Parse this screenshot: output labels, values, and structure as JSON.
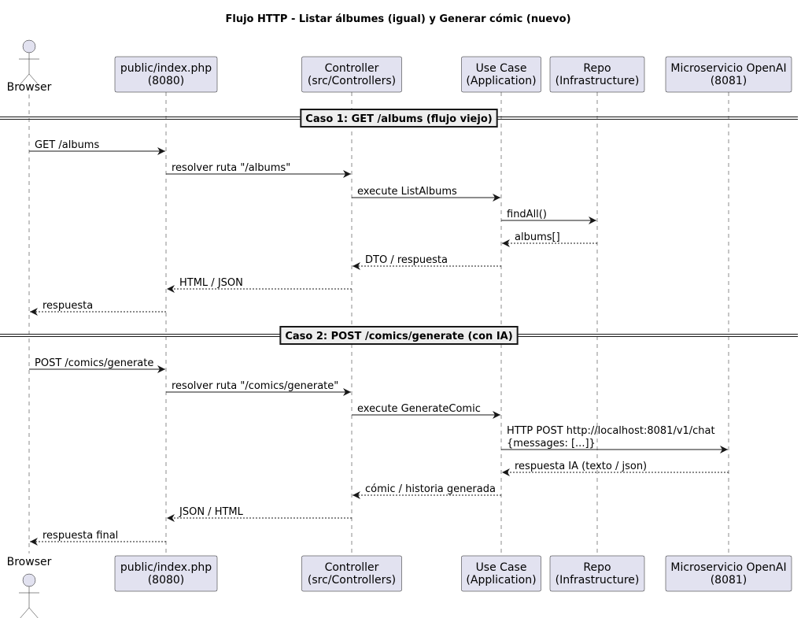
{
  "diagram": {
    "title": "Flujo HTTP - Listar álbumes (igual) y Generar cómic (nuevo)",
    "participants": [
      {
        "id": "browser",
        "kind": "actor",
        "label": [
          "Browser"
        ]
      },
      {
        "id": "index",
        "kind": "box",
        "label": [
          "public/index.php",
          "(8080)"
        ]
      },
      {
        "id": "controller",
        "kind": "box",
        "label": [
          "Controller",
          "(src/Controllers)"
        ]
      },
      {
        "id": "usecase",
        "kind": "box",
        "label": [
          "Use Case",
          "(Application)"
        ]
      },
      {
        "id": "repo",
        "kind": "box",
        "label": [
          "Repo",
          "(Infrastructure)"
        ]
      },
      {
        "id": "openai",
        "kind": "box",
        "label": [
          "Microservicio OpenAI",
          "(8081)"
        ]
      }
    ],
    "events": [
      {
        "type": "divider",
        "label": "Caso 1: GET /albums (flujo viejo)"
      },
      {
        "type": "message",
        "from": "browser",
        "to": "index",
        "style": "sync",
        "label": [
          "GET /albums"
        ]
      },
      {
        "type": "message",
        "from": "index",
        "to": "controller",
        "style": "sync",
        "label": [
          "resolver ruta \"/albums\""
        ]
      },
      {
        "type": "message",
        "from": "controller",
        "to": "usecase",
        "style": "sync",
        "label": [
          "execute ListAlbums"
        ]
      },
      {
        "type": "message",
        "from": "usecase",
        "to": "repo",
        "style": "sync",
        "label": [
          "findAll()"
        ]
      },
      {
        "type": "message",
        "from": "repo",
        "to": "usecase",
        "style": "reply",
        "label": [
          "albums[]"
        ]
      },
      {
        "type": "message",
        "from": "usecase",
        "to": "controller",
        "style": "reply",
        "label": [
          "DTO / respuesta"
        ]
      },
      {
        "type": "message",
        "from": "controller",
        "to": "index",
        "style": "reply",
        "label": [
          "HTML / JSON"
        ]
      },
      {
        "type": "message",
        "from": "index",
        "to": "browser",
        "style": "reply",
        "label": [
          "respuesta"
        ]
      },
      {
        "type": "divider",
        "label": "Caso 2: POST /comics/generate (con IA)"
      },
      {
        "type": "message",
        "from": "browser",
        "to": "index",
        "style": "sync",
        "label": [
          "POST /comics/generate"
        ]
      },
      {
        "type": "message",
        "from": "index",
        "to": "controller",
        "style": "sync",
        "label": [
          "resolver ruta \"/comics/generate\""
        ]
      },
      {
        "type": "message",
        "from": "controller",
        "to": "usecase",
        "style": "sync",
        "label": [
          "execute GenerateComic"
        ]
      },
      {
        "type": "message",
        "from": "usecase",
        "to": "openai",
        "style": "sync",
        "label": [
          "HTTP POST http://localhost:8081/v1/chat",
          "{messages: [...]}"
        ]
      },
      {
        "type": "message",
        "from": "openai",
        "to": "usecase",
        "style": "reply",
        "label": [
          "respuesta IA (texto / json)"
        ]
      },
      {
        "type": "message",
        "from": "usecase",
        "to": "controller",
        "style": "reply",
        "label": [
          "cómic / historia generada"
        ]
      },
      {
        "type": "message",
        "from": "controller",
        "to": "index",
        "style": "reply",
        "label": [
          "JSON / HTML"
        ]
      },
      {
        "type": "message",
        "from": "index",
        "to": "browser",
        "style": "reply",
        "label": [
          "respuesta final"
        ]
      }
    ],
    "colors": {
      "participant_fill": "#e2e2f0",
      "participant_stroke": "#181818",
      "lifeline": "#181818",
      "arrow": "#181818",
      "divider_box_fill": "#eeeeee",
      "text": "#000000"
    }
  }
}
